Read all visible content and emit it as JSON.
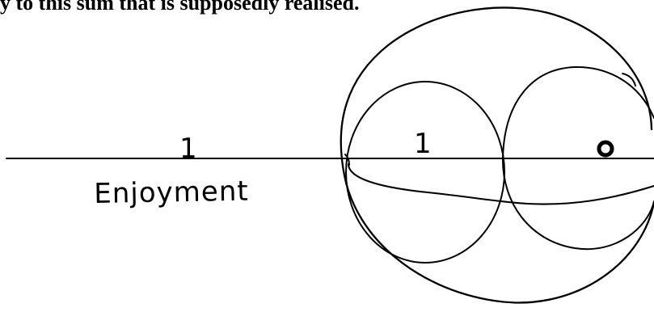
{
  "document": {
    "top_text": "y to this sum that is supposedly realised."
  },
  "diagram": {
    "labels": {
      "left_one": "1",
      "middle_one": "1",
      "enjoyment": "Enjoyment",
      "right_zero": "0"
    }
  }
}
